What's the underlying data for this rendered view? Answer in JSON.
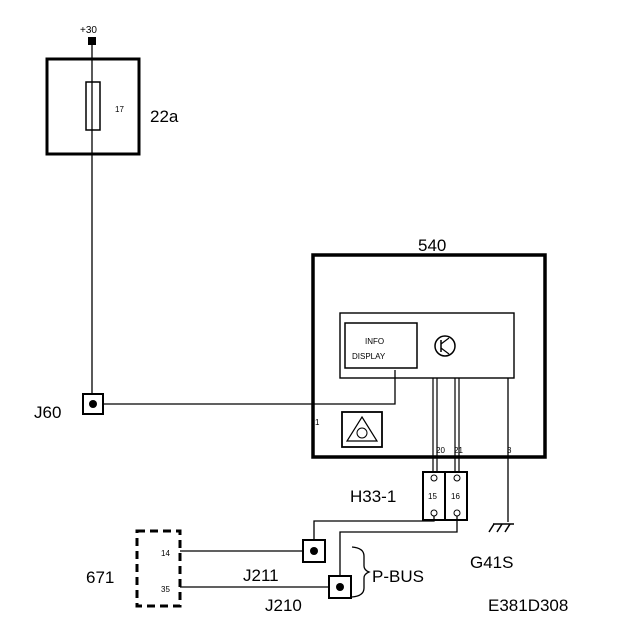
{
  "supply": {
    "label": "+30"
  },
  "fuse": {
    "number": "17",
    "box_label": "22a"
  },
  "module": {
    "label": "540",
    "display_line1": "INFO",
    "display_line2": "DISPLAY",
    "pin_left": "1",
    "pin_a": "20",
    "pin_b": "21",
    "pin_ground": "3"
  },
  "connector_h33": {
    "label": "H33-1",
    "pin_a": "15",
    "pin_b": "16"
  },
  "ground": {
    "label": "G41S"
  },
  "junctions": {
    "j60": "J60",
    "j211": "J211",
    "j210": "J210"
  },
  "bus": {
    "label": "P-BUS"
  },
  "device_671": {
    "label": "671",
    "pin_a": "14",
    "pin_b": "35"
  },
  "figure_code": "E381D308"
}
